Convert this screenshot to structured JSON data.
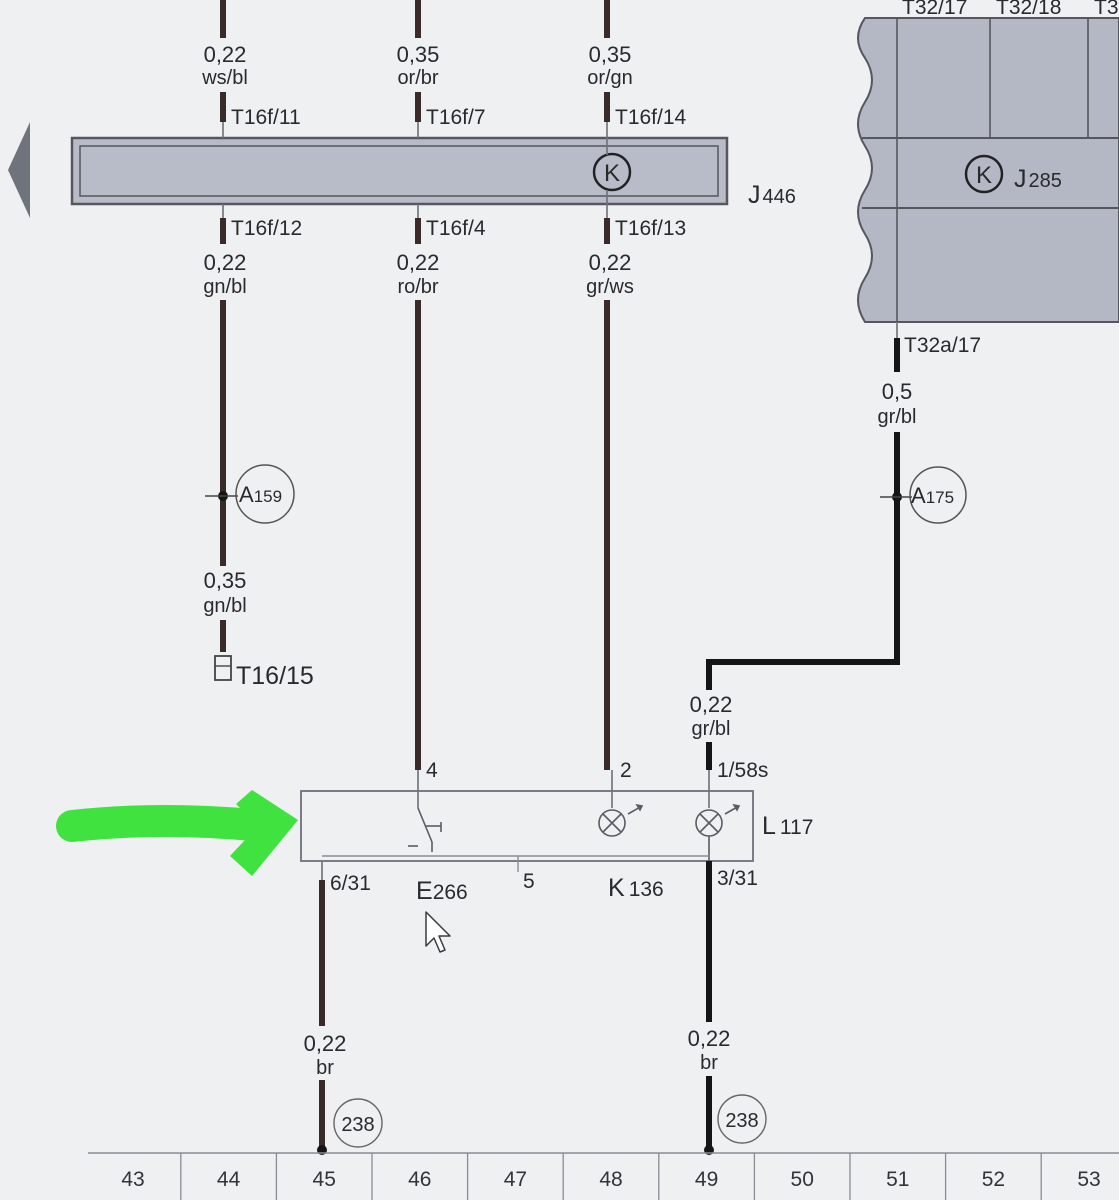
{
  "modules": {
    "j446": {
      "label": "J",
      "number": "446",
      "symbol": "K"
    },
    "j285": {
      "label": "J",
      "number": "285",
      "symbol": "K"
    }
  },
  "top_connectors": [
    "T32/17",
    "T32/18",
    "T3"
  ],
  "wires": {
    "w44_top": {
      "size": "0,22",
      "color": "ws/bl"
    },
    "w46_top": {
      "size": "0,35",
      "color": "or/br"
    },
    "w48_top": {
      "size": "0,35",
      "color": "or/gn"
    },
    "w44_mid": {
      "size": "0,22",
      "color": "gn/bl"
    },
    "w46_mid": {
      "size": "0,22",
      "color": "ro/br"
    },
    "w48_mid": {
      "size": "0,22",
      "color": "gr/ws"
    },
    "w44_low": {
      "size": "0,35",
      "color": "gn/bl"
    },
    "w51": {
      "size": "0,5",
      "color": "gr/bl"
    },
    "w49_in": {
      "size": "0,22",
      "color": "gr/bl"
    },
    "w45_bot": {
      "size": "0,22",
      "color": "br"
    },
    "w49_bot": {
      "size": "0,22",
      "color": "br"
    }
  },
  "pins": {
    "t16f_11": "T16f/11",
    "t16f_7": "T16f/7",
    "t16f_14": "T16f/14",
    "t16f_12": "T16f/12",
    "t16f_4": "T16f/4",
    "t16f_13": "T16f/13",
    "t32a_17": "T32a/17",
    "t16_15": "T16/15",
    "p4": "4",
    "p2": "2",
    "p1_58s": "1/58s",
    "p6_31": "6/31",
    "p5": "5",
    "p3_31": "3/31"
  },
  "splices": {
    "a159": {
      "letter": "A",
      "number": "159"
    },
    "a175": {
      "letter": "A",
      "number": "175"
    }
  },
  "components": {
    "e266": {
      "label": "E",
      "number": "266"
    },
    "k136": {
      "label": "K",
      "number": "136"
    },
    "l117": {
      "label": "L",
      "number": "117"
    }
  },
  "grounds": {
    "g45": "238",
    "g49": "238"
  },
  "axis": {
    "numbers": [
      "43",
      "44",
      "45",
      "46",
      "47",
      "48",
      "49",
      "50",
      "51",
      "52",
      "53"
    ]
  },
  "colors": {
    "background": "#eef0f2",
    "module_fill": "#b8bcc8",
    "wire": "#3a2a2a",
    "highlight_arrow": "#3fe23f"
  }
}
